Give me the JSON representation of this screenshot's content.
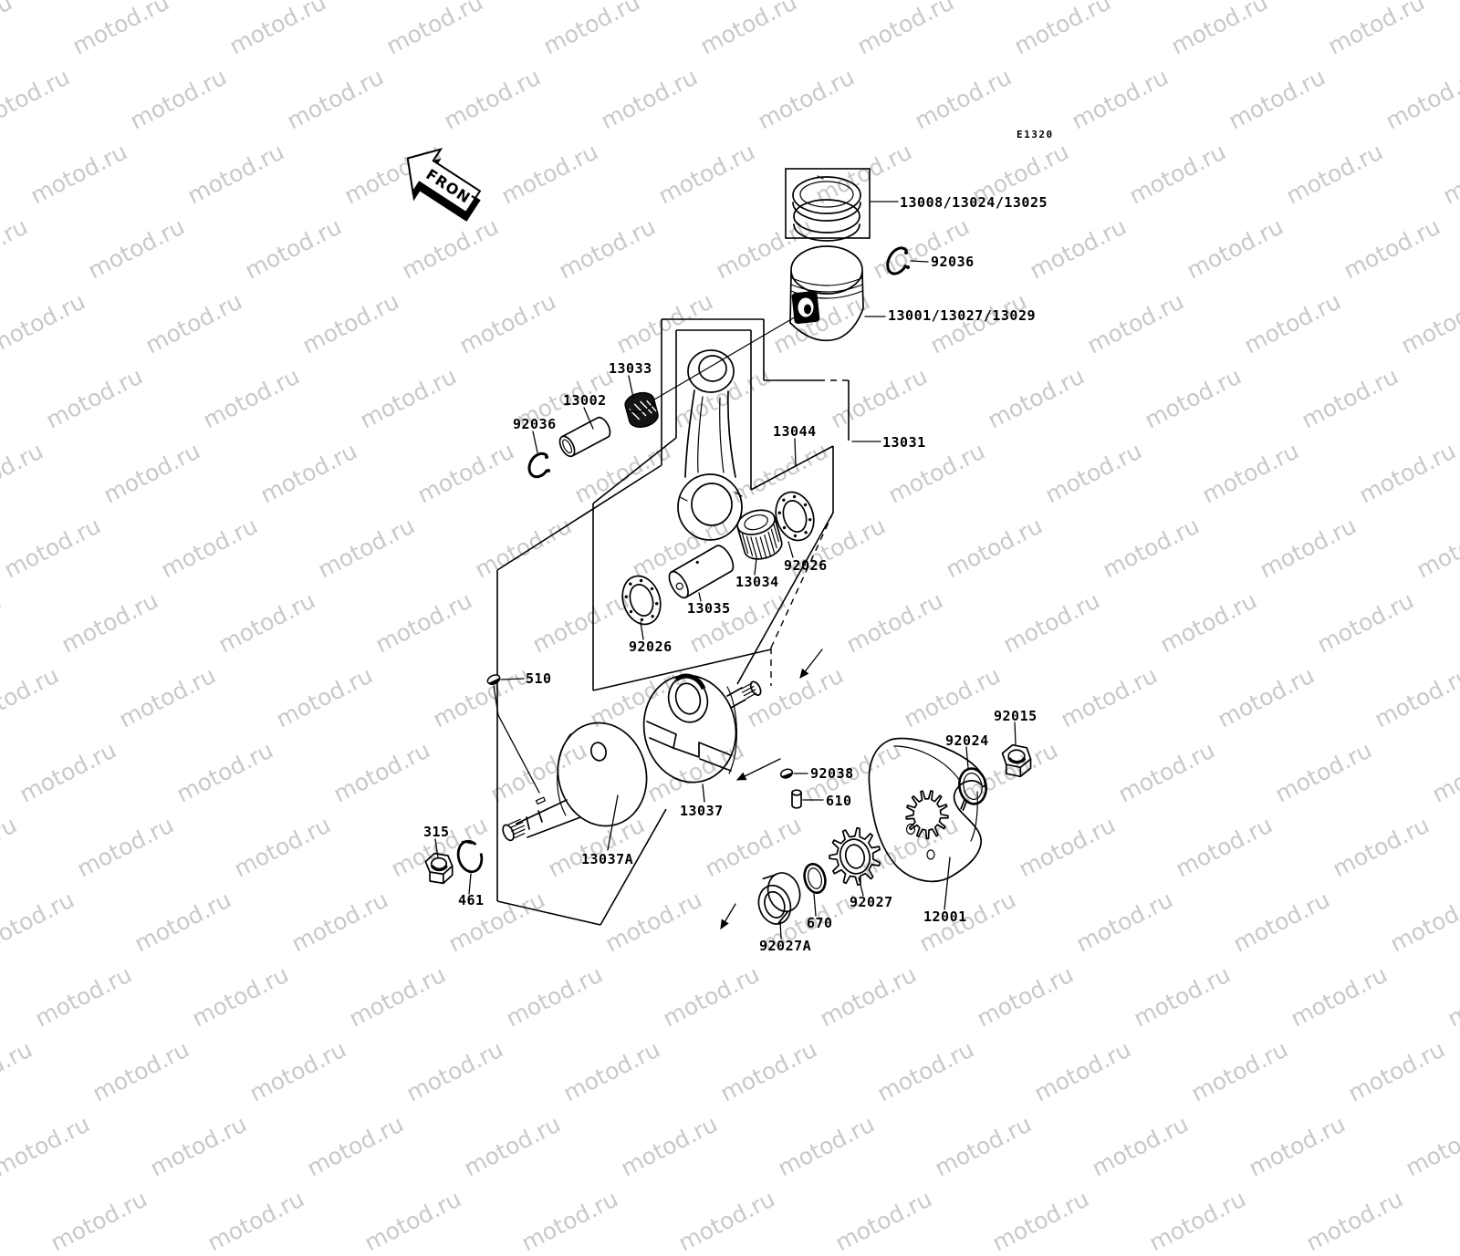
{
  "page": {
    "code": "E1320",
    "front_marker": "FRONT",
    "watermark_text": "motod.ru"
  },
  "labels": [
    {
      "id": "piston-rings",
      "text": "13008/13024/13025"
    },
    {
      "id": "circlip-top",
      "text": "92036"
    },
    {
      "id": "piston",
      "text": "13001/13027/13029"
    },
    {
      "id": "small-end-bearing",
      "text": "13033"
    },
    {
      "id": "piston-pin",
      "text": "13002"
    },
    {
      "id": "circlip-left",
      "text": "92036"
    },
    {
      "id": "big-end-kit",
      "text": "13044"
    },
    {
      "id": "connecting-rod",
      "text": "13031"
    },
    {
      "id": "thrust-washer-right",
      "text": "92026"
    },
    {
      "id": "big-end-bearing",
      "text": "13034"
    },
    {
      "id": "crank-pin",
      "text": "13035"
    },
    {
      "id": "thrust-washer-left",
      "text": "92026"
    },
    {
      "id": "woodruff-key-510",
      "text": "510"
    },
    {
      "id": "woodruff-key-92038",
      "text": "92038"
    },
    {
      "id": "dowel-pin-610",
      "text": "610"
    },
    {
      "id": "crank-half-right",
      "text": "13037"
    },
    {
      "id": "crank-half-left",
      "text": "13037A"
    },
    {
      "id": "nut-315",
      "text": "315"
    },
    {
      "id": "lock-washer-461",
      "text": "461"
    },
    {
      "id": "bushing-92027a",
      "text": "92027A"
    },
    {
      "id": "oring-670",
      "text": "670"
    },
    {
      "id": "sprocket-92027",
      "text": "92027"
    },
    {
      "id": "rotor-plate-12001",
      "text": "12001"
    },
    {
      "id": "lock-washer-92024",
      "text": "92024"
    },
    {
      "id": "nut-92015",
      "text": "92015"
    }
  ],
  "colors": {
    "line": "#000000",
    "watermark": "#c9c9c9",
    "background": "#ffffff"
  }
}
